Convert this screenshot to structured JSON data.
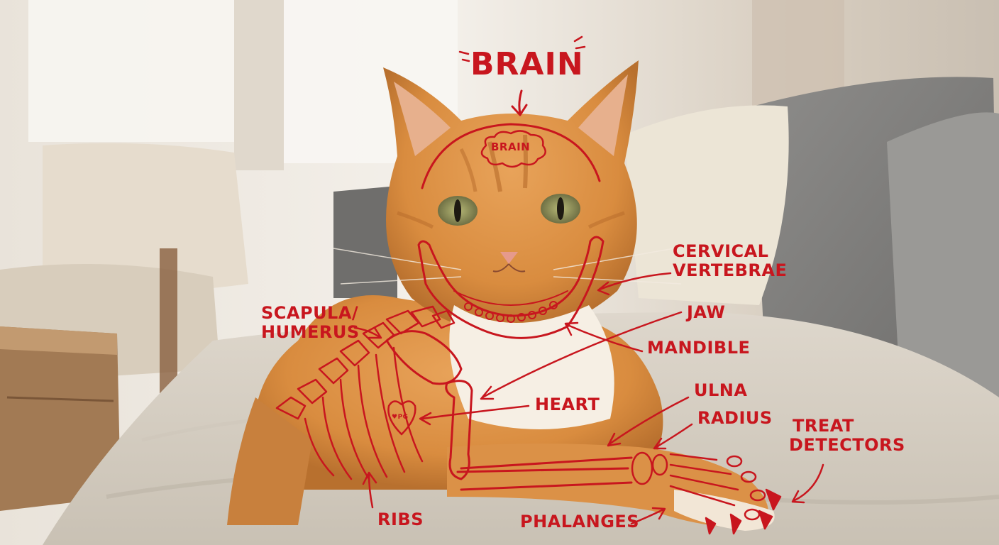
{
  "image": {
    "scene": "Orange tabby cat lying on a beige knitted blanket on a couch in a sunlit living room, overlaid with hand-drawn red anatomy sketch of skull, jaw, spine, ribs and foreleg bones",
    "accent_color": "#c8161e"
  },
  "labels": {
    "brain_title": "BRAIN",
    "brain_head": "BRAIN",
    "cervical_line1": "CERVICAL",
    "cervical_line2": "VERTEBRAE",
    "jaw": "JAW",
    "mandible": "MANDIBLE",
    "scapula_line1": "SCAPULA/",
    "scapula_line2": "HUMERUS",
    "heart": "HEART",
    "heart_inner": "♥PG",
    "ulna": "ULNA",
    "radius": "RADIUS",
    "treat_line1": "TREAT",
    "treat_line2": "DETECTORS",
    "ribs": "RIBS",
    "phalanges": "PHALANGES"
  }
}
